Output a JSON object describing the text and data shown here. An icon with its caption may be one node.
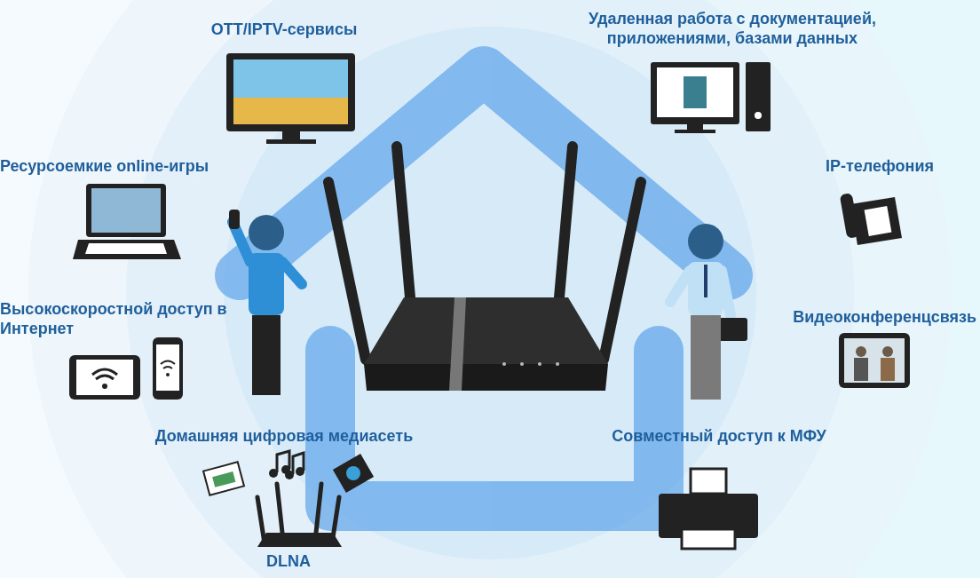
{
  "diagram": {
    "labels": [
      "OTT/IPTV-сервисы",
      "Удаленная работа с документацией, приложениями, базами данных",
      "Ресурсоемкие online-игры",
      "IP-телефония",
      "Высокоскоростной доступ в Интернет",
      "Видеоконференцсвязь",
      "Домашняя цифровая медиасеть",
      "Совместный доступ к МФУ",
      "DLNA"
    ]
  }
}
